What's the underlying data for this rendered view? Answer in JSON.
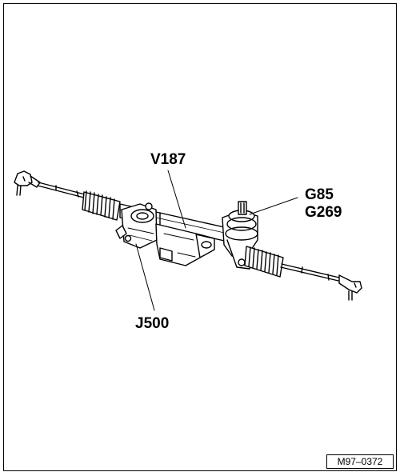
{
  "labels": {
    "motor": "V187",
    "sensor_1": "G85",
    "sensor_2": "G269",
    "control_unit": "J500"
  },
  "figure_ref": "M97–0372",
  "colors": {
    "line": "#000000",
    "fill": "#ffffff",
    "shade": "#d9d9d9"
  }
}
